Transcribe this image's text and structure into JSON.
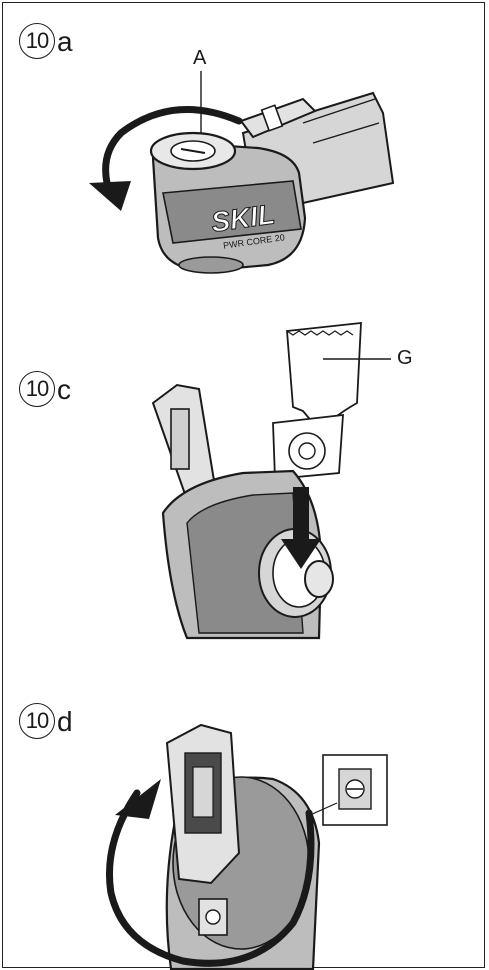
{
  "figures": [
    {
      "step_number": "10",
      "step_letter": "a",
      "callout": "A"
    },
    {
      "step_number": "10",
      "step_letter": "c",
      "callout": "G"
    },
    {
      "step_number": "10",
      "step_letter": "d"
    }
  ],
  "brand": "SKIL",
  "series_mark": "PWR CORE 20",
  "icons": [
    "rotate-ccw-arrow-icon",
    "push-down-arrow-icon",
    "rotate-cw-arrow-icon"
  ],
  "colors": {
    "ink": "#1a1a1a",
    "tool_body": "#bdbdbd",
    "tool_dark": "#7a7a7a",
    "tool_light": "#e2e2e2"
  }
}
